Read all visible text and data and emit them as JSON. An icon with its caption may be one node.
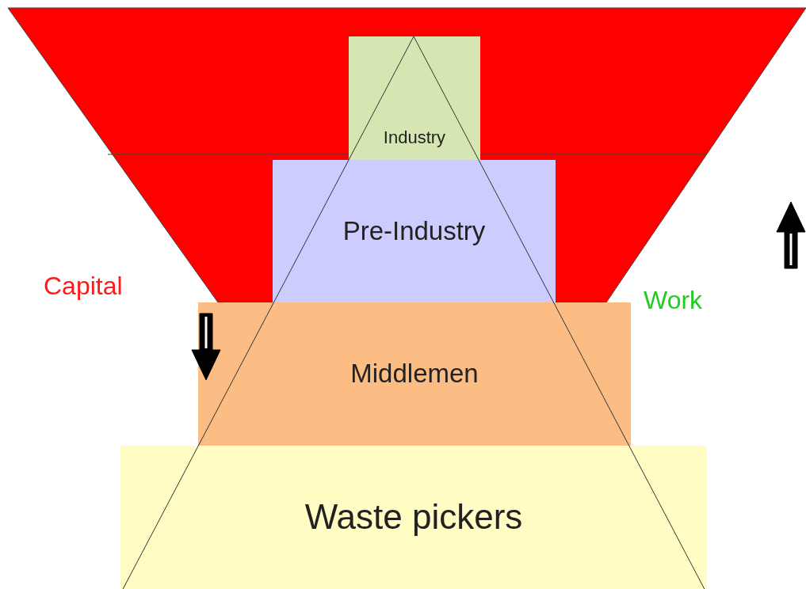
{
  "diagram": {
    "nodes": [
      {
        "text": [
          "Industry"
        ]
      },
      {
        "text": [
          "Pre-Industry"
        ]
      },
      {
        "text": [
          "Middlemen"
        ]
      },
      {
        "text": [
          "Waste pickers"
        ]
      }
    ],
    "edges": [],
    "labels": [
      "Capital",
      "Work"
    ]
  }
}
